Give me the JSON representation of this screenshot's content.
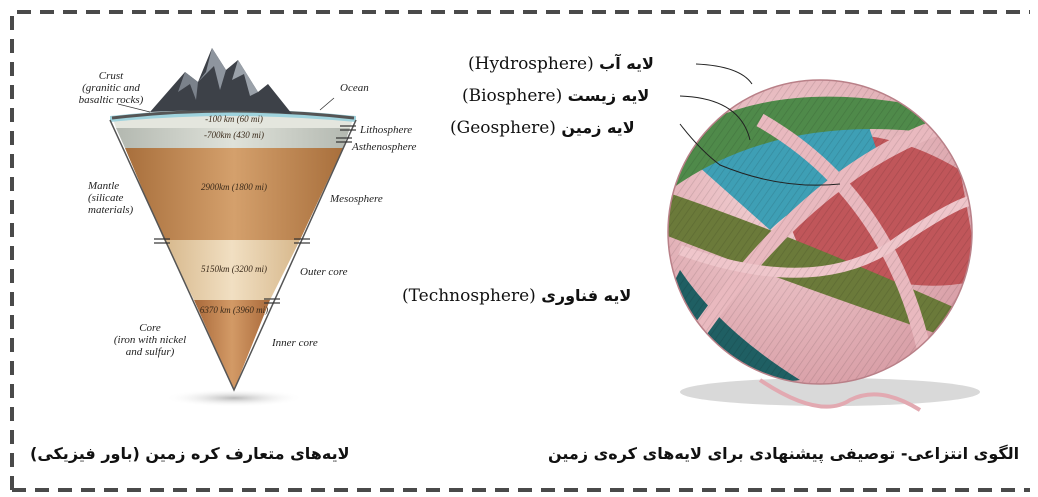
{
  "earth_layers": {
    "left_labels": {
      "crust": [
        "Crust",
        "(granitic and",
        "basaltic rocks)"
      ],
      "mantle": [
        "Mantle",
        "(silicate",
        "materials)"
      ],
      "core": [
        "Core",
        "(iron with nickel",
        "and sulfur)"
      ]
    },
    "right_labels": {
      "ocean": "Ocean",
      "lithosphere": "Lithosphere",
      "asthenosphere": "Asthenosphere",
      "mesosphere": "Mesosphere",
      "outer_core": "Outer core",
      "inner_core": "Inner core"
    },
    "depths": {
      "d1": "-100 km (60 mi)",
      "d2": "-700km (430 mi)",
      "d3": "2900km (1800 mi)",
      "d4": "5150km (3200 mi)",
      "d5": "6370 km (3960 mi)"
    },
    "caption": "لایه‌های متعارف کره زمین (باور فیزیکی)"
  },
  "yarn_model": {
    "hydrosphere": {
      "fa": "لایه آب",
      "en": "(Hydrosphere)"
    },
    "biosphere": {
      "fa": "لایه زیست",
      "en": "(Biosphere)"
    },
    "geosphere": {
      "fa": "لایه زمین",
      "en": "(Geosphere)"
    },
    "technosphere": {
      "fa": "لایه فناوری",
      "en": "(Technosphere)"
    },
    "caption": "الگوی انتزاعی- توصیفی پیشنهادی برای لایه‌های کره‌ی زمین"
  },
  "colors": {
    "frame": "#555555",
    "ocean": "#9fd3dd",
    "crust": "#6d6d6d",
    "lithosphere": "#dcdcd4",
    "asthenosphere": "#c9cfc8",
    "mesosphere": "#c8925e",
    "outer_core": "#e6cda6",
    "inner_core": "#c98a55",
    "yarn_pink": "#e9b9bf",
    "yarn_red": "#c0565a",
    "yarn_blue": "#3e9fb5",
    "yarn_green": "#4f8a4a",
    "yarn_olive": "#6b7a3a",
    "yarn_teal": "#1f5f63"
  }
}
